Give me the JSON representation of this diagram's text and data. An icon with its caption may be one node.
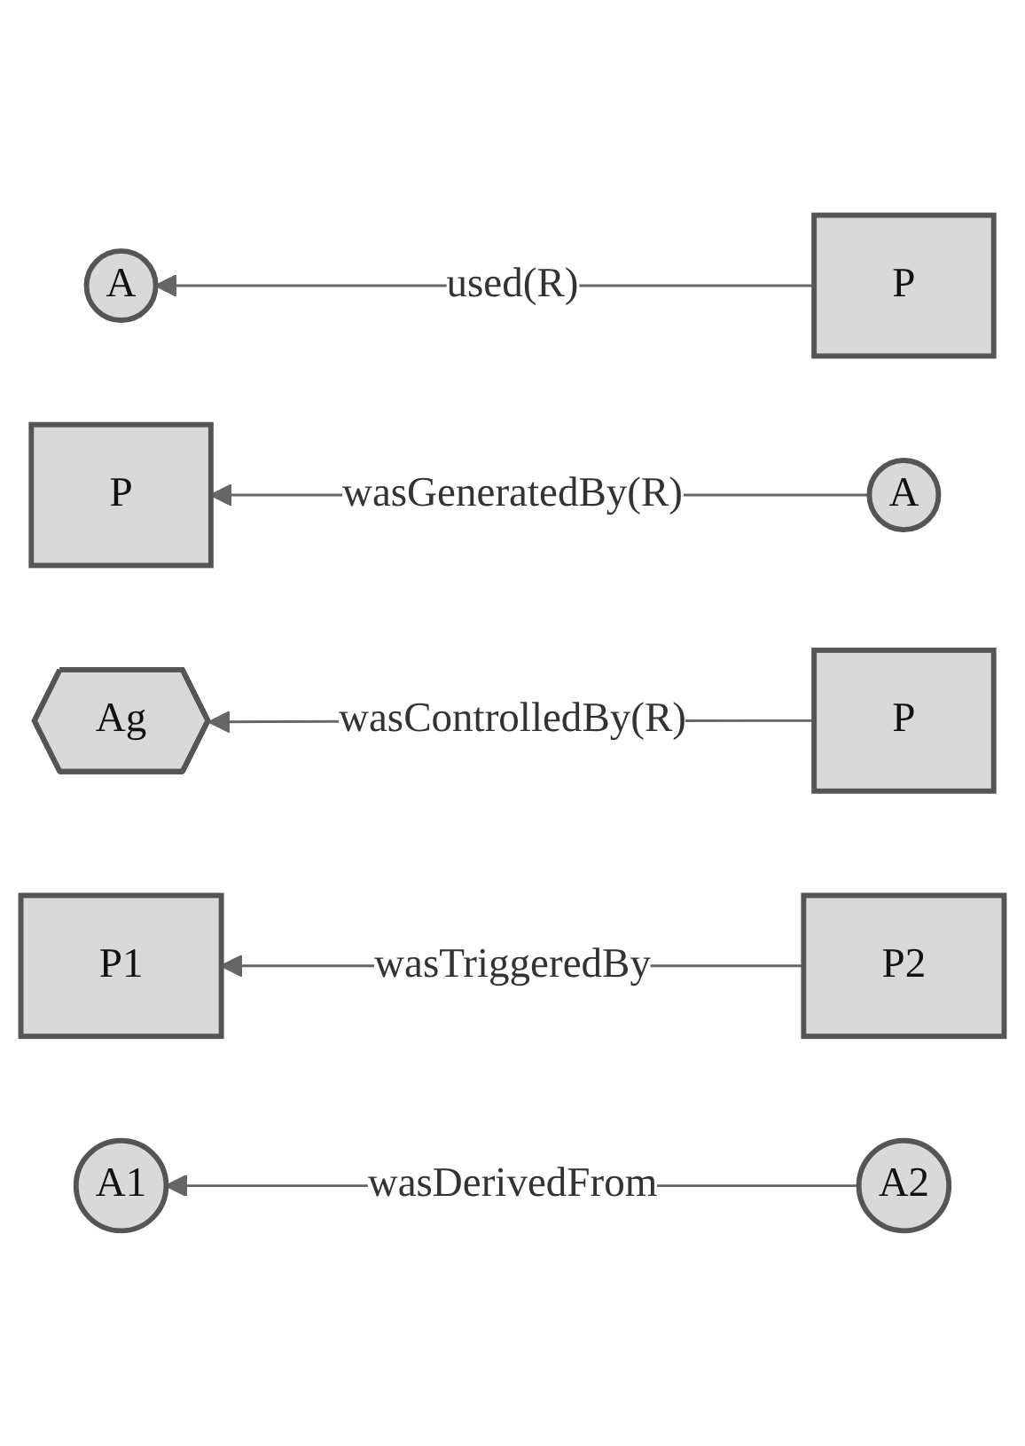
{
  "diagram": {
    "nodes": [
      {
        "text": [
          "A"
        ]
      },
      {
        "text": [
          "P"
        ]
      },
      {
        "text": [
          "P"
        ]
      },
      {
        "text": [
          "A"
        ]
      },
      {
        "text": [
          "Ag"
        ]
      },
      {
        "text": [
          "P"
        ]
      },
      {
        "text": [
          "P1"
        ]
      },
      {
        "text": [
          "P2"
        ]
      },
      {
        "text": [
          "A1"
        ]
      },
      {
        "text": [
          "A2"
        ]
      }
    ],
    "edges": [
      {
        "from": 1,
        "to": 0,
        "arrow": "to",
        "label": "used(R)"
      },
      {
        "from": 3,
        "to": 2,
        "arrow": "to",
        "label": "wasGeneratedBy(R)"
      },
      {
        "from": 5,
        "to": 4,
        "arrow": "to",
        "label": "wasControlledBy(R)"
      },
      {
        "from": 7,
        "to": 6,
        "arrow": "to",
        "label": "wasTriggeredBy"
      },
      {
        "from": 9,
        "to": 8,
        "arrow": "to",
        "label": "wasDerivedFrom"
      }
    ]
  }
}
